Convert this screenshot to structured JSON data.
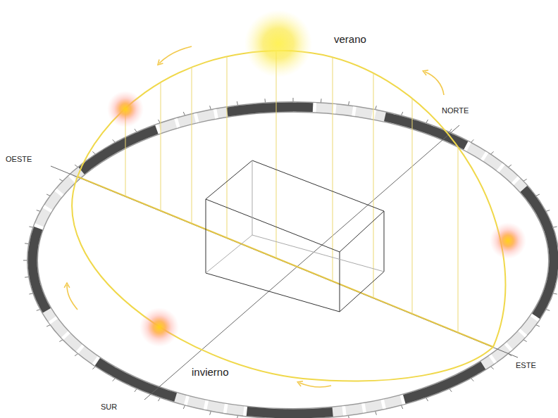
{
  "diagram": {
    "labels": [
      "verano",
      "NORTE",
      "OESTE",
      "invierno",
      "SUR",
      "ESTE"
    ]
  }
}
